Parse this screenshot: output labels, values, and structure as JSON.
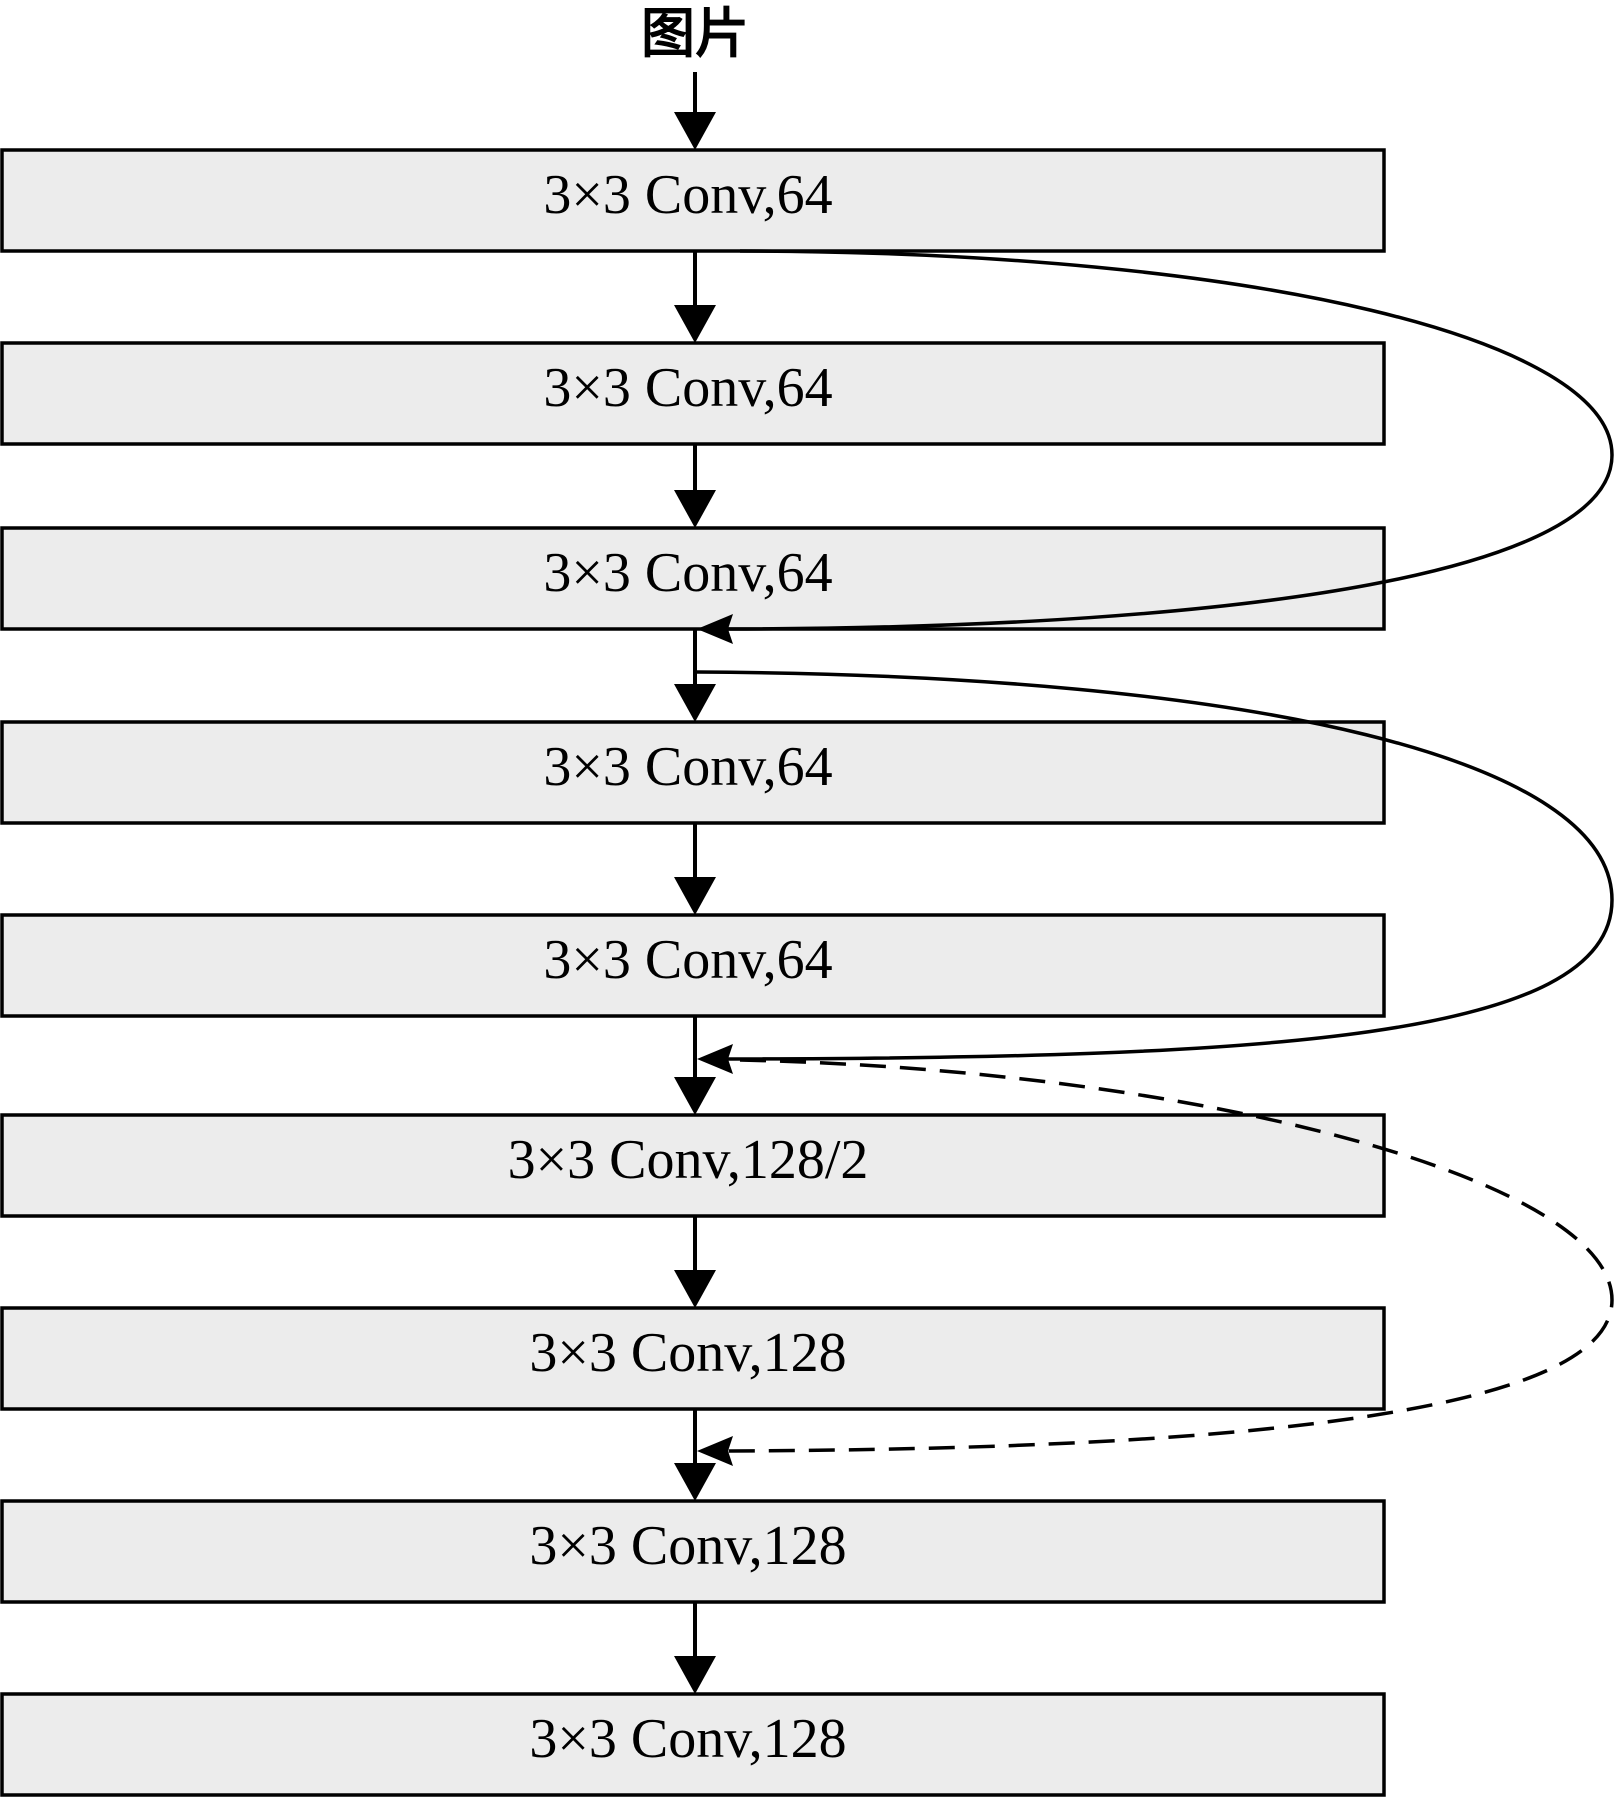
{
  "input_label": "图片",
  "layers": [
    {
      "label": "3×3 Conv,64"
    },
    {
      "label": "3×3 Conv,64"
    },
    {
      "label": "3×3 Conv,64"
    },
    {
      "label": "3×3 Conv,64"
    },
    {
      "label": "3×3 Conv,64"
    },
    {
      "label": "3×3 Conv,128/2"
    },
    {
      "label": "3×3 Conv,128"
    },
    {
      "label": "3×3 Conv,128"
    },
    {
      "label": "3×3 Conv,128"
    }
  ],
  "skip_connections": [
    {
      "from_layer": 1,
      "to_layer": 3,
      "style": "solid"
    },
    {
      "from_layer": 3,
      "to_layer": 5,
      "style": "solid"
    },
    {
      "from_layer": 5,
      "to_layer": 7,
      "style": "dashed"
    }
  ]
}
